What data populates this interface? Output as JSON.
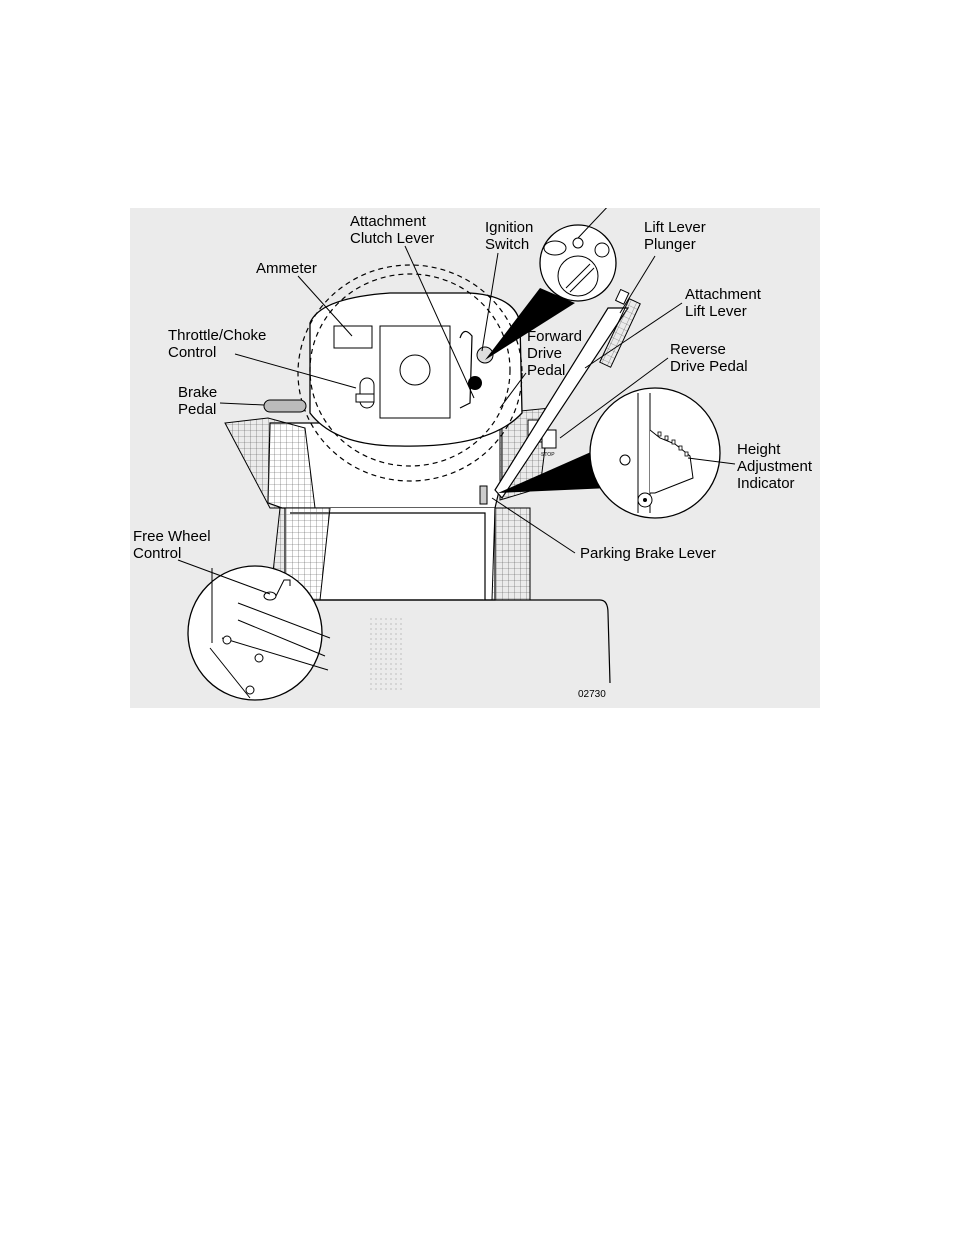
{
  "figure": {
    "labels": {
      "attachment_clutch_lever": [
        "Attachment",
        "Clutch Lever"
      ],
      "ignition_switch": [
        "Ignition",
        "Switch"
      ],
      "lift_lever_plunger": [
        "Lift Lever",
        "Plunger"
      ],
      "ammeter": [
        "Ammeter"
      ],
      "attachment_lift_lever": [
        "Attachment",
        "Lift Lever"
      ],
      "throttle_choke_control": [
        "Throttle/Choke",
        "Control"
      ],
      "forward_drive_pedal": [
        "Forward",
        "Drive",
        "Pedal"
      ],
      "reverse_drive_pedal": [
        "Reverse",
        "Drive Pedal"
      ],
      "brake_pedal": [
        "Brake",
        "Pedal"
      ],
      "height_adjustment_indicator": [
        "Height",
        "Adjustment",
        "Indicator"
      ],
      "free_wheel_control": [
        "Free Wheel",
        "Control"
      ],
      "parking_brake_lever": [
        "Parking Brake Lever"
      ]
    },
    "ignition_icons": [
      "STOP"
    ],
    "figure_number": "02730"
  }
}
